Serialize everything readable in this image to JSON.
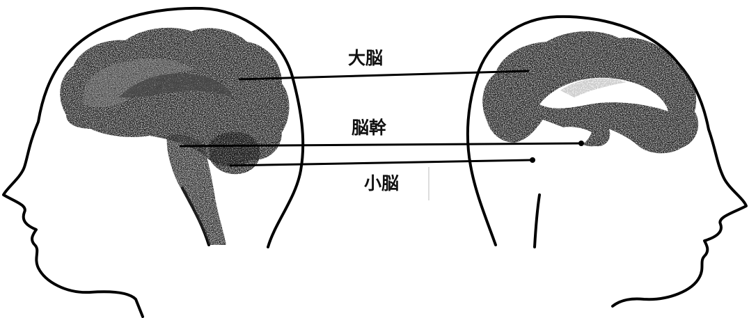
{
  "labels": {
    "cerebrum": "大脳",
    "brainstem": "脳幹",
    "cerebellum": "小脳"
  },
  "colors": {
    "ink": "#000000",
    "brain_dark": "#1c1c1c",
    "brain_mid": "#4a4a4a",
    "brain_light": "#8a8a8a",
    "background": "#ffffff"
  }
}
